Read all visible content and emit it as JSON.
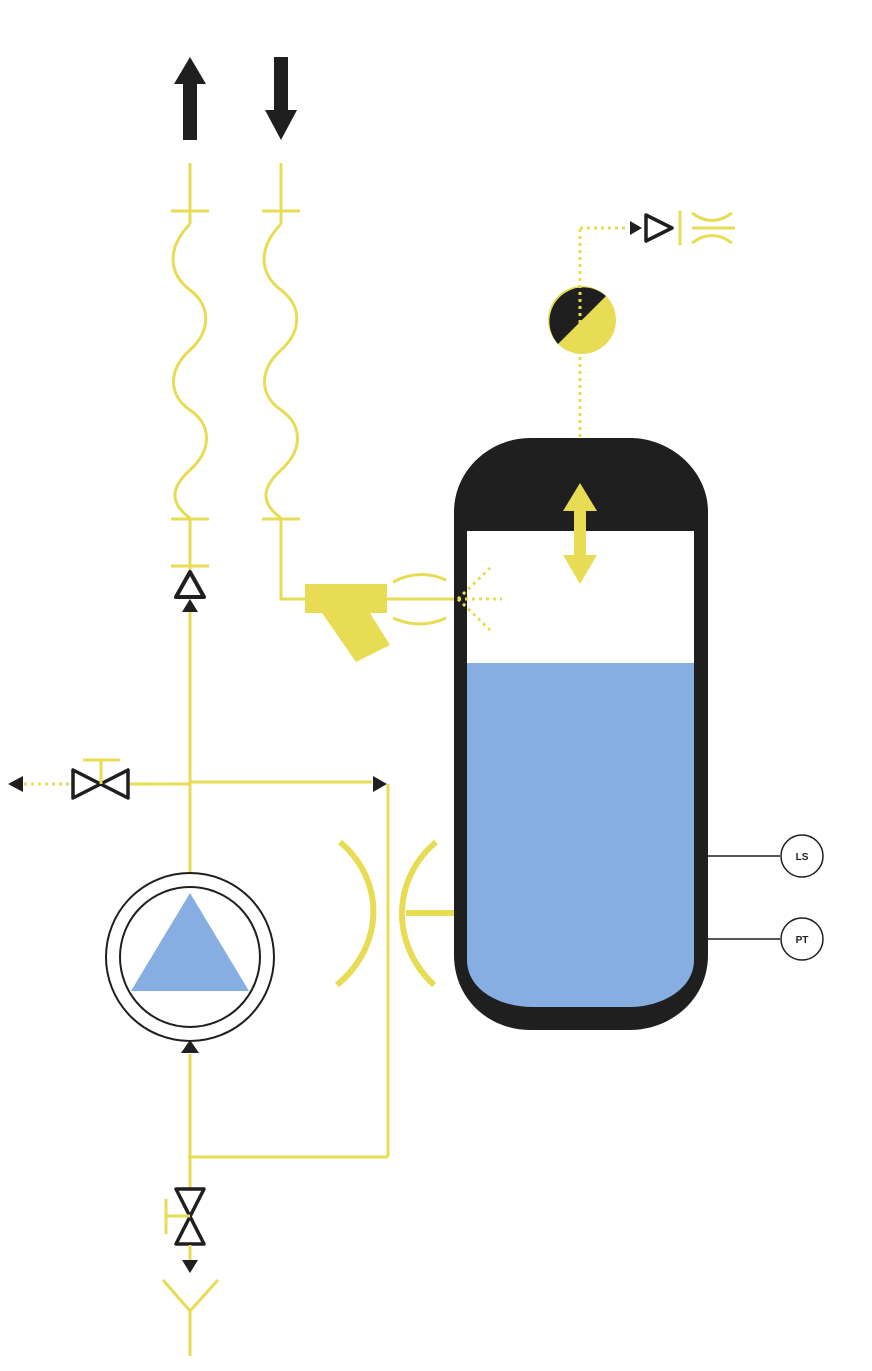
{
  "diagram": {
    "type": "process-and-instrumentation-diagram",
    "colors": {
      "pipe": "#e8dc54",
      "vessel": "#1f1f1f",
      "liquid": "#87aee0",
      "background": "#ffffff"
    },
    "instruments": [
      {
        "id": "ls",
        "label": "LS"
      },
      {
        "id": "pt",
        "label": "PT"
      }
    ],
    "components": [
      "outlet-arrow-up",
      "inlet-arrow-down",
      "flexible-hose-left",
      "flexible-hose-right",
      "check-valve",
      "y-strainer",
      "spray-nozzle",
      "pressure-vessel",
      "diaphragm-expansion-indicator",
      "gauge-disc",
      "pressure-relief-valve",
      "gate-valve",
      "pump",
      "orifice",
      "drain-valve",
      "drain-funnel"
    ],
    "liquid_level_fraction": 0.7
  }
}
